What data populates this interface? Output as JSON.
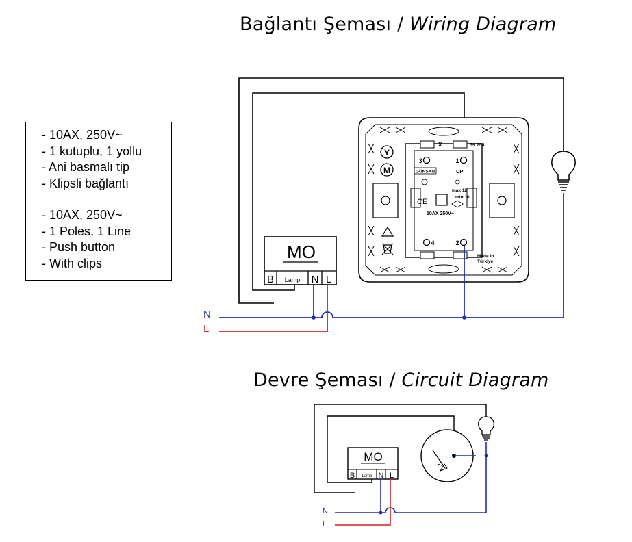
{
  "titles": {
    "wiring_tr": "Bağlantı Şeması / ",
    "wiring_en": "Wiring Diagram",
    "circuit_tr": "Devre Şeması / ",
    "circuit_en": "Circuit Diagram"
  },
  "specs_tr": [
    "- 10AX, 250V~",
    "- 1 kutuplu, 1 yollu",
    "- Ani basmalı tip",
    "- Klipsli bağlantı"
  ],
  "specs_en": [
    "- 10AX, 250V~",
    "- 1 Poles, 1 Line",
    "- Push button",
    "- With clips"
  ],
  "module": {
    "name": "MO",
    "terminal_b": "B",
    "terminal_lamp": "Lamp",
    "terminal_n": "N",
    "terminal_l": "L"
  },
  "lines": {
    "neutral": "N",
    "live": "L"
  },
  "switch_face": {
    "model": "59 250",
    "x_mark": "X",
    "brand": "GÜNSAN",
    "up": "UP",
    "max": "max 12",
    "min": "min 10",
    "rating": "10AX 250V~",
    "ce": "CE",
    "made_in_1": "Made in",
    "made_in_2": "Türkiye",
    "badge_y": "Y",
    "badge_m": "M",
    "t1": "1",
    "t2": "2",
    "t3": "3",
    "t4": "4"
  },
  "colors": {
    "neutral_wire": "#1f2fb0",
    "live_wire": "#d42020",
    "wire": "#000000"
  }
}
